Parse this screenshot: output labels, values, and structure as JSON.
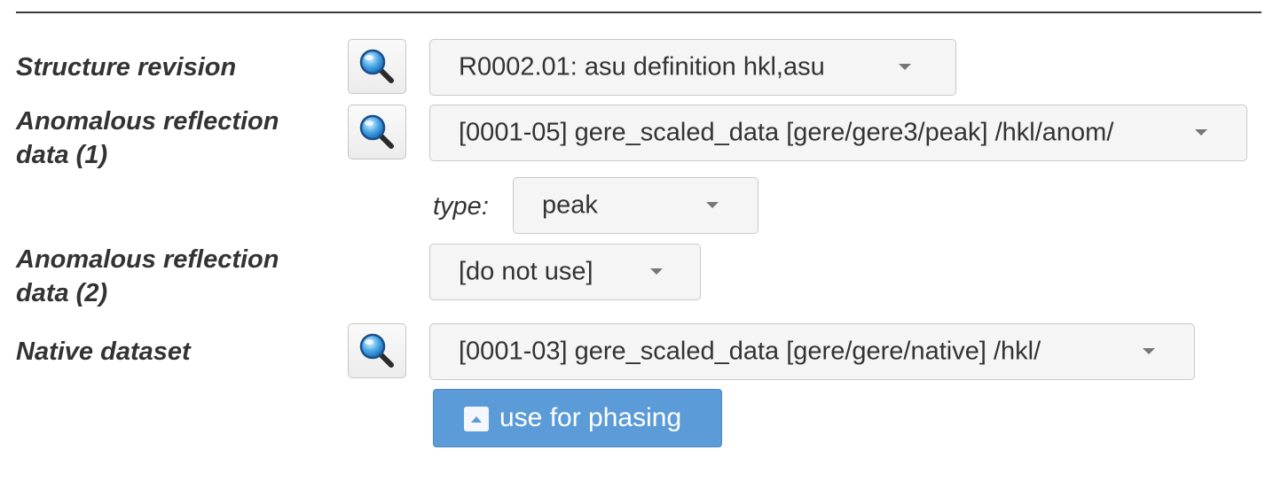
{
  "labels": {
    "structure_revision": "Structure revision",
    "anom_data_1_line1": "Anomalous reflection",
    "anom_data_1_line2": "data (1)",
    "anom_data_2_line1": "Anomalous reflection",
    "anom_data_2_line2": "data (2)",
    "native_dataset": "Native dataset",
    "type": "type:"
  },
  "selects": {
    "structure_revision": "R0002.01: asu definition hkl,asu",
    "anom_data_1": "[0001-05] gere_scaled_data [gere/gere3/peak] /hkl/anom/",
    "type": "peak",
    "anom_data_2": "[do not use]",
    "native_dataset": "[0001-03] gere_scaled_data [gere/gere/native] /hkl/"
  },
  "buttons": {
    "use_for_phasing": "use for phasing"
  },
  "icons": {
    "view": "magnifier-icon",
    "phase_toggle": "chevron-up-icon"
  },
  "colors": {
    "accent": "#5b9bd8",
    "select_bg": "#f5f5f5"
  }
}
